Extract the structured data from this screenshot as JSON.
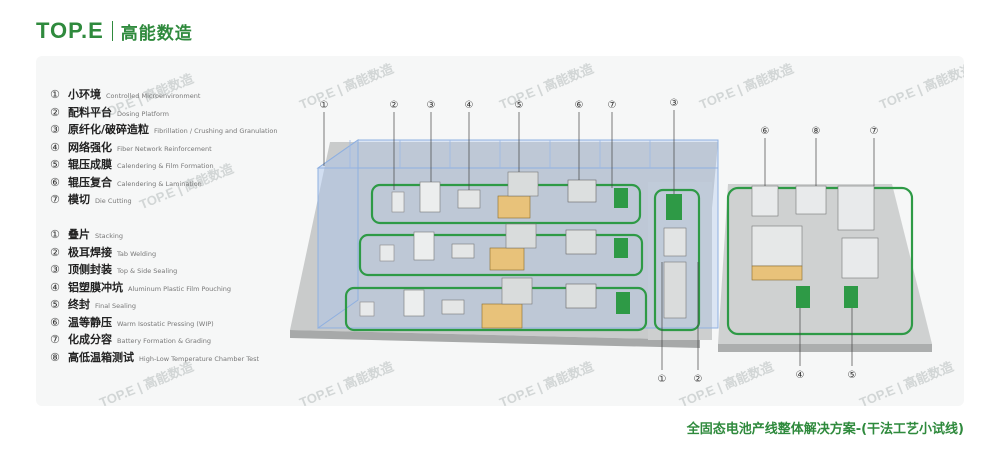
{
  "brand": {
    "logo_text": "TOP.E",
    "name_cn": "高能数造"
  },
  "watermark": {
    "text": "TOP.E | 高能数造"
  },
  "legend_group1": [
    {
      "num": "①",
      "cn": "小环境",
      "en": "Controlled Microenvironment"
    },
    {
      "num": "②",
      "cn": "配料平台",
      "en": "Dosing Platform"
    },
    {
      "num": "③",
      "cn": "原纤化/破碎造粒",
      "en": "Fibrillation / Crushing and Granulation"
    },
    {
      "num": "④",
      "cn": "网络强化",
      "en": "Fiber Network Reinforcement"
    },
    {
      "num": "⑤",
      "cn": "辊压成膜",
      "en": "Calendering & Film Formation"
    },
    {
      "num": "⑥",
      "cn": "辊压复合",
      "en": "Calendering & Lamination"
    },
    {
      "num": "⑦",
      "cn": "模切",
      "en": "Die Cutting"
    }
  ],
  "legend_group2": [
    {
      "num": "①",
      "cn": "叠片",
      "en": "Stacking"
    },
    {
      "num": "②",
      "cn": "极耳焊接",
      "en": "Tab Welding"
    },
    {
      "num": "③",
      "cn": "顶侧封装",
      "en": "Top & Side Sealing"
    },
    {
      "num": "④",
      "cn": "铝塑膜冲坑",
      "en": "Aluminum Plastic Film Pouching"
    },
    {
      "num": "⑤",
      "cn": "终封",
      "en": "Final Sealing"
    },
    {
      "num": "⑥",
      "cn": "温等静压",
      "en": "Warm Isostatic Pressing (WIP)"
    },
    {
      "num": "⑦",
      "cn": "化成分容",
      "en": "Battery Formation & Grading"
    },
    {
      "num": "⑧",
      "cn": "高低温箱测试",
      "en": "High-Low Temperature Chamber Test"
    }
  ],
  "callouts_top": [
    "①",
    "②",
    "③",
    "④",
    "⑤",
    "⑥",
    "⑦"
  ],
  "callouts_mid": [
    "③"
  ],
  "callouts_bottom": [
    "①",
    "②",
    "④",
    "⑤"
  ],
  "callouts_right": [
    "⑥",
    "⑧",
    "⑦"
  ],
  "footer": {
    "title": "全固态电池产线整体解决方案-(干法工艺小试线)"
  },
  "colors": {
    "accent": "#2f8a3d",
    "line": "#2e9a46",
    "enclosure": "#a9c4ec"
  }
}
